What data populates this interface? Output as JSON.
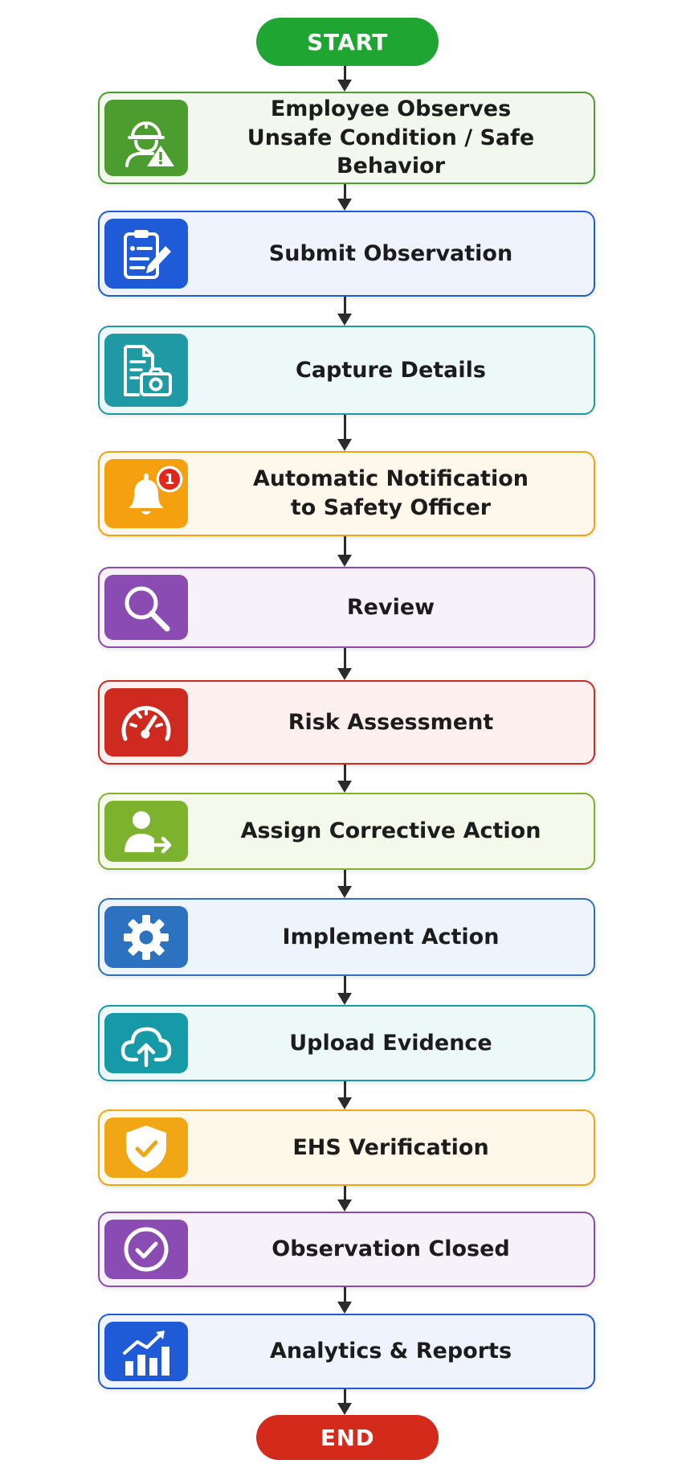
{
  "start_label": "START",
  "end_label": "END",
  "colors": {
    "start": "#1fa532",
    "end": "#d42a1c",
    "arrow": "#2b2b2b"
  },
  "steps": [
    {
      "label": "Employee Observes\nUnsafe Condition / Safe Behavior",
      "icon": "worker-warning-icon",
      "color": "#4a9d2e",
      "bg": "#f3f8ee"
    },
    {
      "label": "Submit Observation",
      "icon": "clipboard-pen-icon",
      "color": "#1f5bd6",
      "bg": "#eef3fd"
    },
    {
      "label": "Capture Details",
      "icon": "document-camera-icon",
      "color": "#1f9aa5",
      "bg": "#edf8f9"
    },
    {
      "label": "Automatic Notification\nto Safety Officer",
      "icon": "bell-notification-icon",
      "color": "#f5a00f",
      "bg": "#fef8ec",
      "badge": "1"
    },
    {
      "label": "Review",
      "icon": "magnifier-icon",
      "color": "#8a4cb3",
      "bg": "#f7f1fa"
    },
    {
      "label": "Risk Assessment",
      "icon": "speedometer-icon",
      "color": "#cf2a1f",
      "bg": "#fdf0ef"
    },
    {
      "label": "Assign Corrective Action",
      "icon": "user-assign-icon",
      "color": "#7db22f",
      "bg": "#f4f9ec"
    },
    {
      "label": "Implement Action",
      "icon": "gear-icon",
      "color": "#2d72c0",
      "bg": "#eef4fb"
    },
    {
      "label": "Upload Evidence",
      "icon": "cloud-upload-icon",
      "color": "#179aa8",
      "bg": "#edf8f9"
    },
    {
      "label": "EHS Verification",
      "icon": "shield-check-icon",
      "color": "#f0a615",
      "bg": "#fef8eb"
    },
    {
      "label": "Observation Closed",
      "icon": "check-circle-icon",
      "color": "#8a4cb3",
      "bg": "#f7f1fa"
    },
    {
      "label": "Analytics & Reports",
      "icon": "bar-chart-icon",
      "color": "#1f5bd6",
      "bg": "#eef3fd"
    }
  ]
}
